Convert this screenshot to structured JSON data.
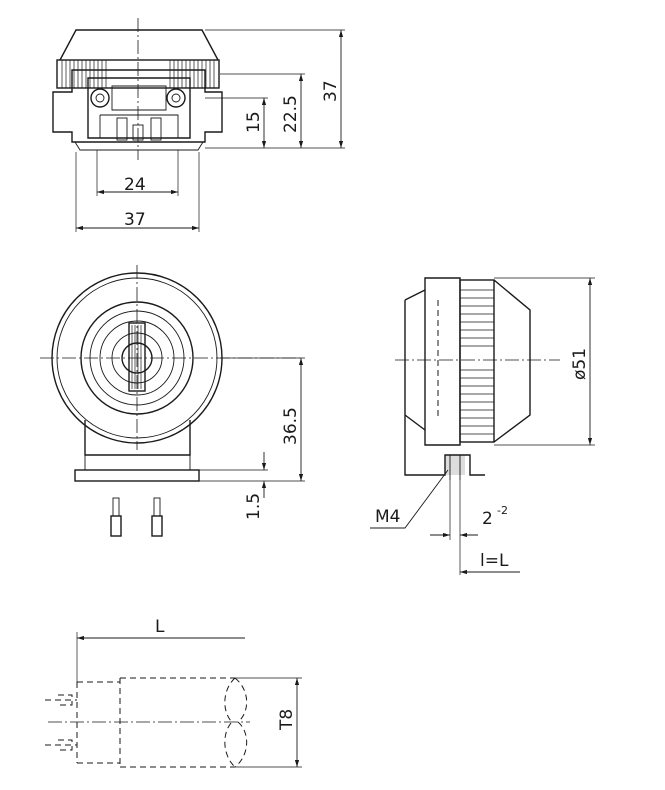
{
  "dimensions": {
    "front_height": "37",
    "front_mid": "22.5",
    "front_small": "15",
    "front_width_inner": "24",
    "front_width_outer": "37",
    "side_height": "36.5",
    "base_thickness": "1.5",
    "diameter": "ø51",
    "thread": "M4",
    "offset_value": "2",
    "offset_tolerance": "-2",
    "length_label": "l=L",
    "tube_length": "L",
    "tube_type": "T8"
  }
}
